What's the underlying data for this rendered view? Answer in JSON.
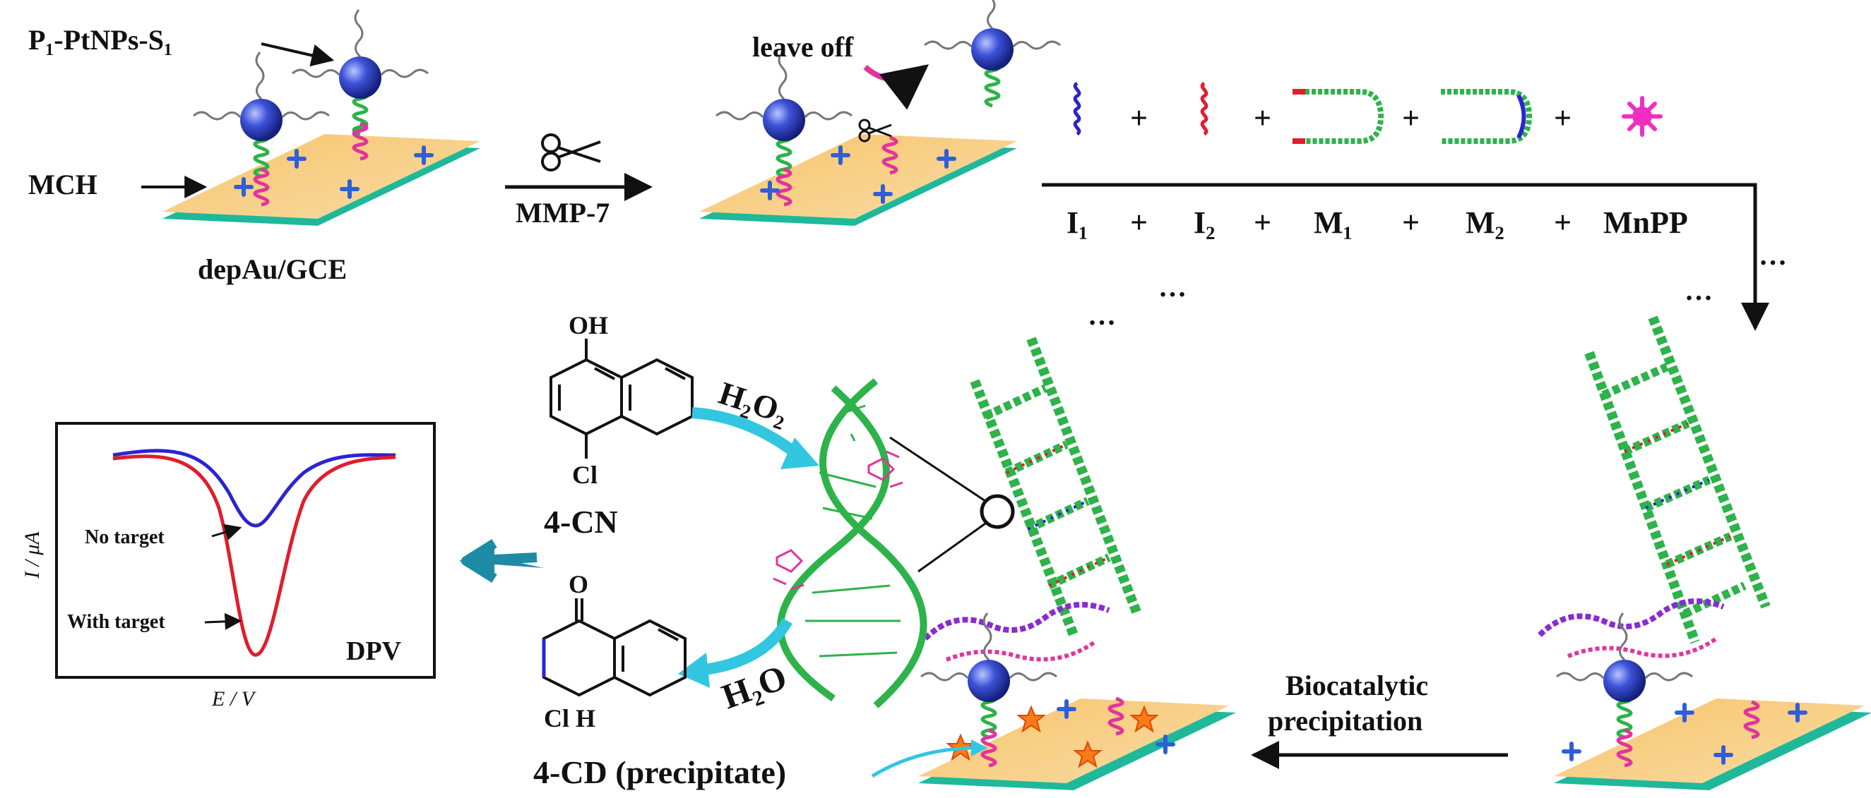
{
  "labels": {
    "p1_ptnps_s1": "P₁-PtNPs-S₁",
    "mch": "MCH",
    "depau_gce": "depAu/GCE",
    "mmp7": "MMP-7",
    "leave_off": "leave off",
    "i1": "I₁",
    "i2": "I₂",
    "m1": "M₁",
    "m2": "M₂",
    "mnpp": "MnPP",
    "plus": "+",
    "h2o2": "H₂O₂",
    "h2o": "H₂O",
    "oh": "OH",
    "cl": "Cl",
    "cl_h": "Cl  H",
    "o": "O",
    "cn4": "4-CN",
    "cd4": "4-CD (precipitate)",
    "biocatalytic": "Biocatalytic",
    "precipitation": "precipitation",
    "dpv": "DPV",
    "no_target": "No target",
    "with_target": "With target",
    "y_axis": "I / μA",
    "x_axis": "E / V"
  },
  "colors": {
    "electrode_top": "#f3b85a",
    "electrode_side": "#1fb89a",
    "nanoparticle": "#2b3fc4",
    "green_dna": "#2db34a",
    "magenta_dna": "#e0359a",
    "blue_curve": "#2a24d0",
    "red_curve": "#e01d2d",
    "cyan_arrow": "#33c6e0",
    "teal_arrow": "#1d8aa6",
    "mch_cross": "#2f5fd8"
  }
}
